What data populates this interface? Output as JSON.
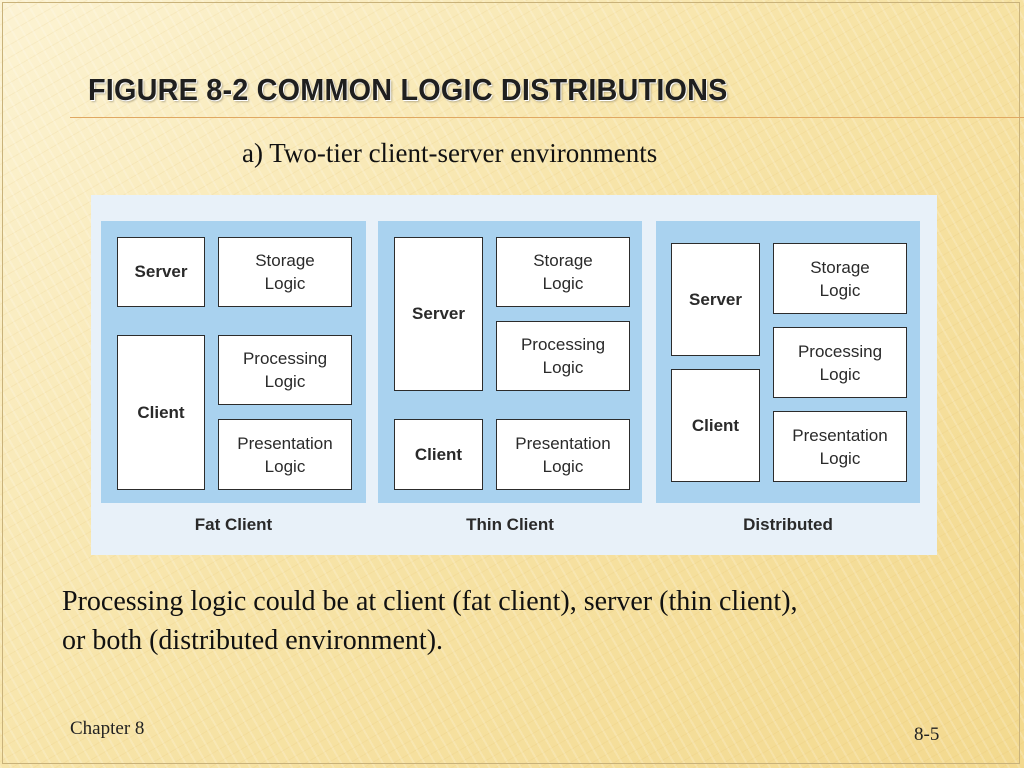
{
  "slide": {
    "title": "FIGURE 8-2 COMMON LOGIC DISTRIBUTIONS",
    "subtitle": "a) Two-tier client-server environments",
    "caption_line1": "Processing logic could be at client (fat client), server (thin client),",
    "caption_line2": "or both (distributed environment).",
    "footer_left": "Chapter 8",
    "footer_right": "8-5"
  },
  "colors": {
    "panel_fill": "#a9d2ef",
    "diagram_background": "#e8f1f9",
    "rule": "#e0a862"
  },
  "diagram": {
    "panels": [
      {
        "label": "Fat Client",
        "tiers": [
          "Server",
          "Client"
        ],
        "logic": [
          "Storage\nLogic",
          "Processing\nLogic",
          "Presentation\nLogic"
        ]
      },
      {
        "label": "Thin Client",
        "tiers": [
          "Server",
          "Client"
        ],
        "logic": [
          "Storage\nLogic",
          "Processing\nLogic",
          "Presentation\nLogic"
        ]
      },
      {
        "label": "Distributed",
        "tiers": [
          "Server",
          "Client"
        ],
        "logic": [
          "Storage\nLogic",
          "Processing\nLogic",
          "Presentation\nLogic"
        ]
      }
    ]
  }
}
